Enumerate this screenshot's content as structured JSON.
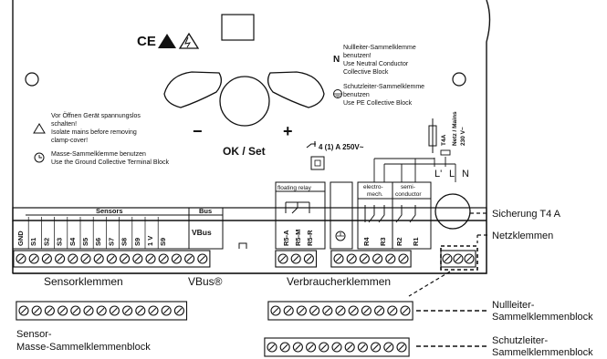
{
  "device": {
    "ce_mark": "CE",
    "warning_text": [
      "Vor Öffnen Gerät spannungslos",
      "schalten!",
      "Isolate mains before removing",
      "clamp-cover!"
    ],
    "ground_text": [
      "Masse-Sammelklemme benutzen",
      "Use the Ground Collective Terminal Block"
    ],
    "neutral_letter": "N",
    "neutral_text": [
      "Nullleiter-Sammelklemme",
      "benutzen!",
      "Use Neutral Conductor",
      "Collective Block"
    ],
    "pe_text": [
      "Schutzleiter-Sammelklemme",
      "benutzen",
      "Use PE Collective  Block"
    ],
    "minus": "−",
    "plus": "+",
    "ok_set": "OK / Set",
    "relay_rating": "4 (1) A 250V~",
    "fuse_label": "T4A",
    "mains_text": [
      "Netz / Mains",
      "230 V~"
    ],
    "mains_terminals": [
      "L'",
      "L",
      "N"
    ]
  },
  "terminals": {
    "sensors_header": "Sensors",
    "bus_header": "Bus",
    "sensor_labels": [
      "GND",
      "S1",
      "S2",
      "S3",
      "S4",
      "S5",
      "S6",
      "S7",
      "S8",
      "S9",
      "1 V",
      "S9"
    ],
    "vbus_label": "VBus",
    "floating_relay_header": "floating relay",
    "floating_relay_labels": [
      "R5-A",
      "R5-M",
      "R5-R"
    ],
    "electromech_header": [
      "electro-",
      "mech."
    ],
    "semiconductor_header": [
      "semi-",
      "conductor"
    ],
    "relay_labels": [
      "R4",
      "R3",
      "R2",
      "R1"
    ]
  },
  "labels": {
    "sensorklemmen": "Sensorklemmen",
    "vbus": "VBus®",
    "verbraucherklemmen": "Verbraucherklemmen",
    "sicherung": "Sicherung T4 A",
    "netzklemmen": "Netzklemmen",
    "sensor_masse": [
      "Sensor-",
      "Masse-Sammelklemmenblock"
    ],
    "nullleiter": [
      "Nullleiter-",
      "Sammelklemmenblock"
    ],
    "schutzleiter": [
      "Schutzleiter-",
      "Sammelklemmenblock"
    ]
  }
}
